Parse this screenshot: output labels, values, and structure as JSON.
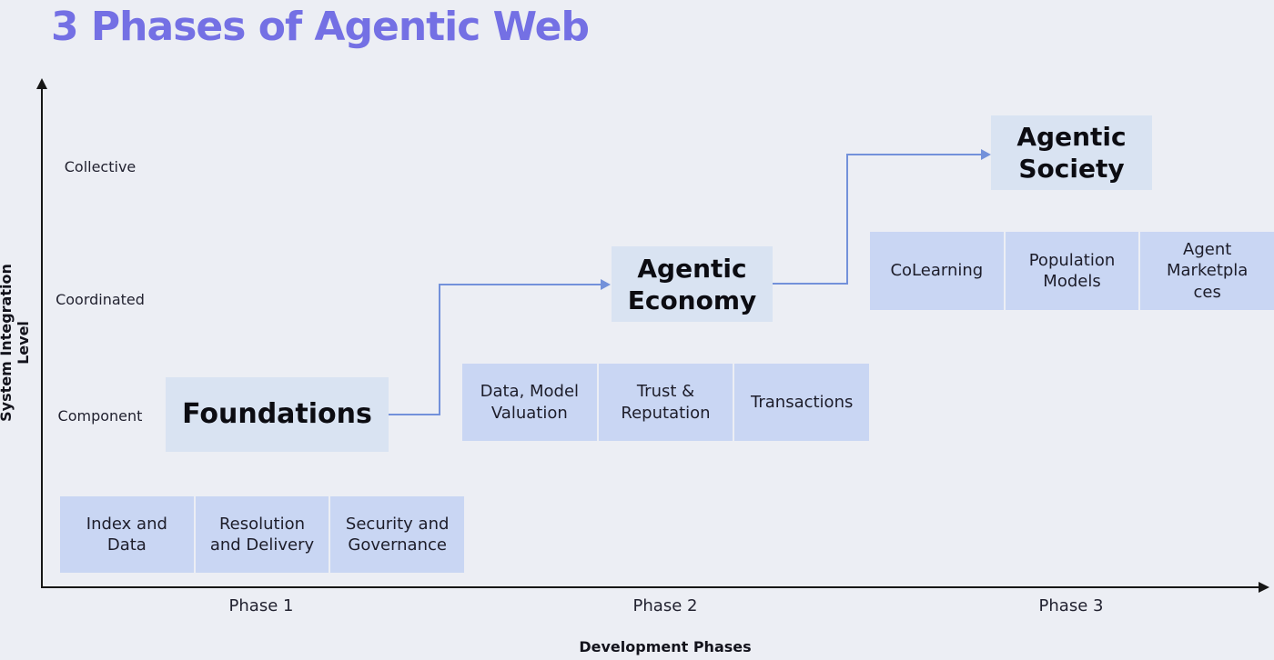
{
  "title": "3 Phases of Agentic Web",
  "colors": {
    "title_accent": "#7470e4",
    "background": "#eceef4",
    "main_box_fill": "#d9e3f2",
    "sub_box_fill": "#c9d6f3",
    "connector_arrow": "#7391da",
    "axis": "#161616"
  },
  "y_axis": {
    "title": "System Integration Level",
    "ticks": [
      "Collective",
      "Coordinated",
      "Component"
    ]
  },
  "x_axis": {
    "title": "Development Phases",
    "ticks": [
      "Phase 1",
      "Phase 2",
      "Phase 3"
    ]
  },
  "phases": [
    {
      "main_box": "Foundations",
      "sub_boxes": [
        "Index and Data",
        "Resolution and Delivery",
        "Security and Governance"
      ]
    },
    {
      "main_box": "Agentic Economy",
      "sub_boxes": [
        "Data, Model Valuation",
        "Trust & Reputation",
        "Transactions"
      ]
    },
    {
      "main_box": "Agentic Society",
      "sub_boxes": [
        "CoLearning",
        "Population Models",
        "Agent Marketplaces"
      ]
    }
  ]
}
